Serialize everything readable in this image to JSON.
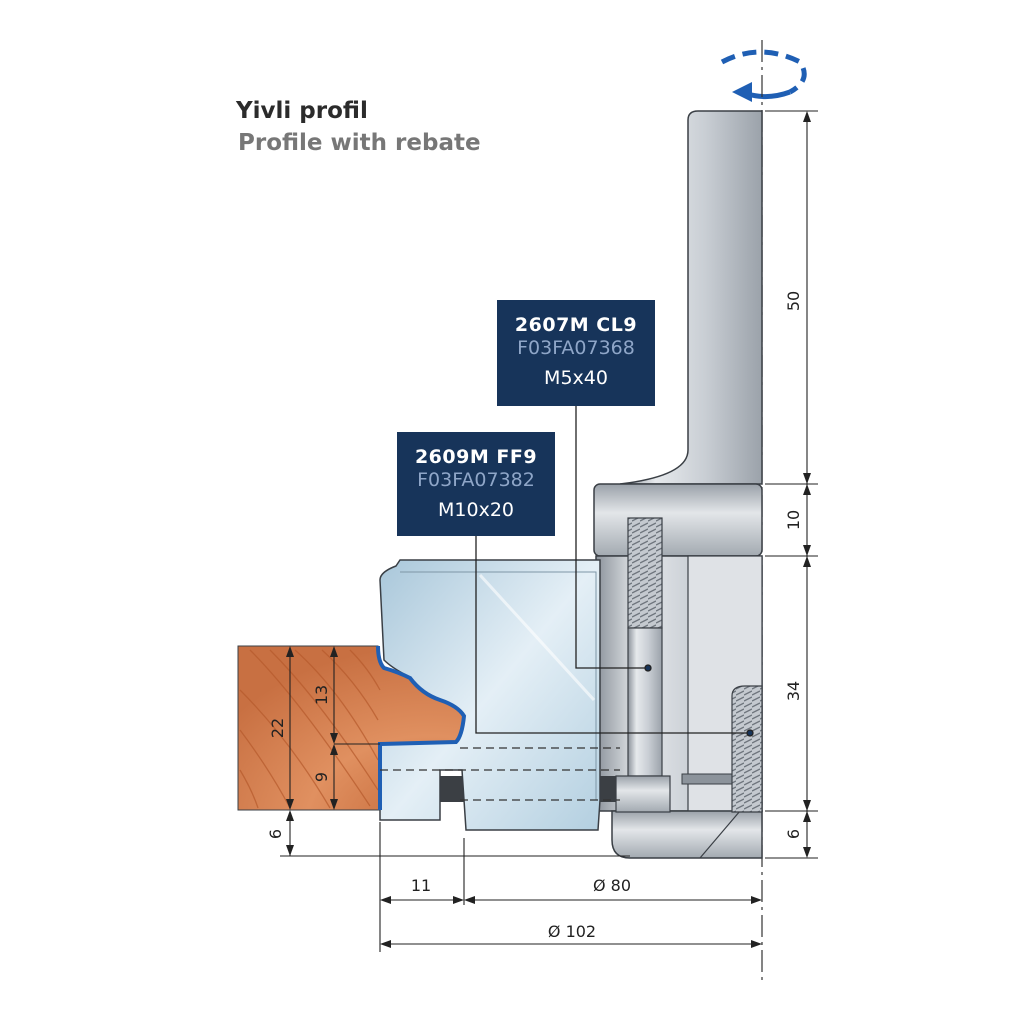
{
  "title": {
    "tr": "Yivli profil",
    "en": "Profile with rebate"
  },
  "labels": [
    {
      "code": "2607M  CL9",
      "ref": "F03FA07368",
      "size": "M5x40"
    },
    {
      "code": "2609M  FF9",
      "ref": "F03FA07382",
      "size": "M10x20"
    }
  ],
  "dimensions": {
    "shank_length": "50",
    "collar_height": "10",
    "body_height": "34",
    "base_height": "6",
    "profile_depth": "13",
    "rebate_depth": "9",
    "workpiece_thickness": "22",
    "offset": "6",
    "rebate_width": "11",
    "inner_diameter": "Ø 80",
    "outer_diameter": "Ø 102"
  },
  "colors": {
    "accent_blue": "#1f5fb4",
    "label_bg": "#17345a",
    "wood": "#d9804f",
    "steel": "#cfd5dc",
    "blade": "#c5dbe9"
  }
}
